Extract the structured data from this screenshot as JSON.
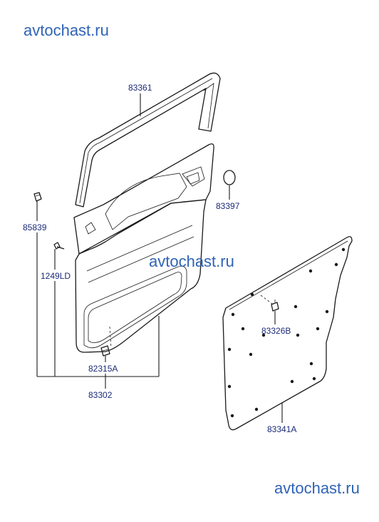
{
  "watermark": "avtochast.ru",
  "parts": {
    "weatherstrip": "83361",
    "plug": "83397",
    "clip_upper": "85839",
    "bolt": "1249LD",
    "panel_assy": "83302",
    "fastener": "82315A",
    "grommet": "83326B",
    "sealing_cover": "83341A"
  },
  "colors": {
    "watermark": "#2f63b6",
    "labels": "#1b2b78",
    "lines": "#1a1a1a"
  }
}
